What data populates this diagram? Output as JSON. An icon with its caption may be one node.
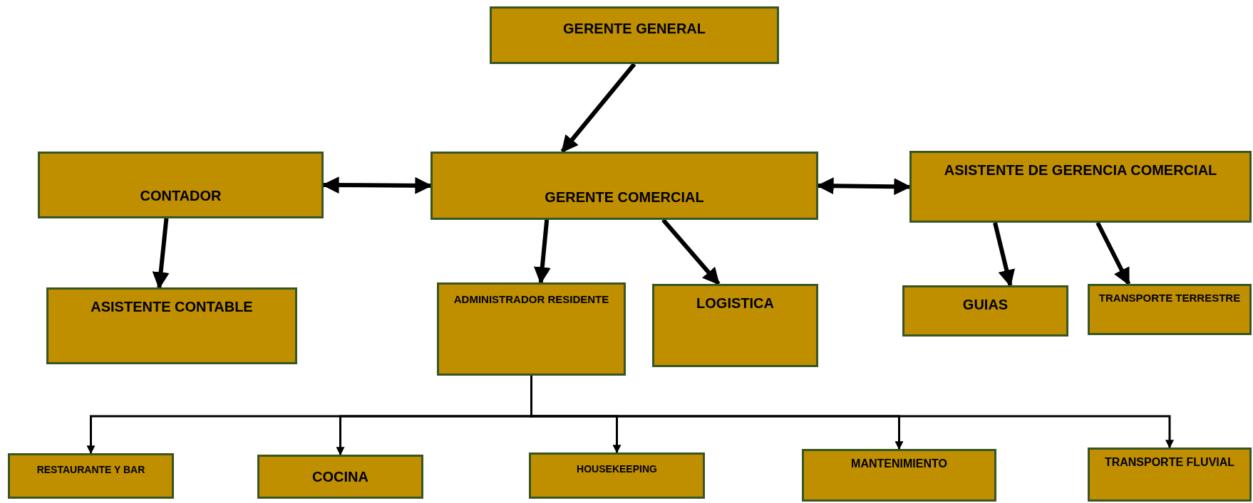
{
  "diagram": {
    "nodes": [
      {
        "text": [
          "GERENTE GENERAL"
        ]
      },
      {
        "text": [
          "CONTADOR"
        ]
      },
      {
        "text": [
          "GERENTE COMERCIAL"
        ]
      },
      {
        "text": [
          "ASISTENTE DE GERENCIA COMERCIAL"
        ]
      },
      {
        "text": [
          "ASISTENTE CONTABLE"
        ]
      },
      {
        "text": [
          "ADMINISTRADOR RESIDENTE"
        ]
      },
      {
        "text": [
          "LOGISTICA"
        ]
      },
      {
        "text": [
          "GUIAS"
        ]
      },
      {
        "text": [
          "TRANSPORTE TERRESTRE"
        ]
      },
      {
        "text": [
          "RESTAURANTE Y BAR"
        ]
      },
      {
        "text": [
          "COCINA"
        ]
      },
      {
        "text": [
          "HOUSEKEEPING"
        ]
      },
      {
        "text": [
          "MANTENIMIENTO"
        ]
      },
      {
        "text": [
          "TRANSPORTE FLUVIAL"
        ]
      }
    ],
    "edges": [
      {
        "from": 0,
        "to": 2,
        "arrow": "to"
      },
      {
        "from": 1,
        "to": 2,
        "arrow": "both"
      },
      {
        "from": 2,
        "to": 3,
        "arrow": "both"
      },
      {
        "from": 1,
        "to": 4,
        "arrow": "to"
      },
      {
        "from": 2,
        "to": 5,
        "arrow": "to"
      },
      {
        "from": 2,
        "to": 6,
        "arrow": "to"
      },
      {
        "from": 3,
        "to": 7,
        "arrow": "to"
      },
      {
        "from": 3,
        "to": 8,
        "arrow": "to"
      },
      {
        "from": 5,
        "to": 9,
        "arrow": "to"
      },
      {
        "from": 5,
        "to": 10,
        "arrow": "to"
      },
      {
        "from": 5,
        "to": 11,
        "arrow": "to"
      },
      {
        "from": 5,
        "to": 12,
        "arrow": "to"
      },
      {
        "from": 5,
        "to": 13,
        "arrow": "to"
      }
    ]
  }
}
